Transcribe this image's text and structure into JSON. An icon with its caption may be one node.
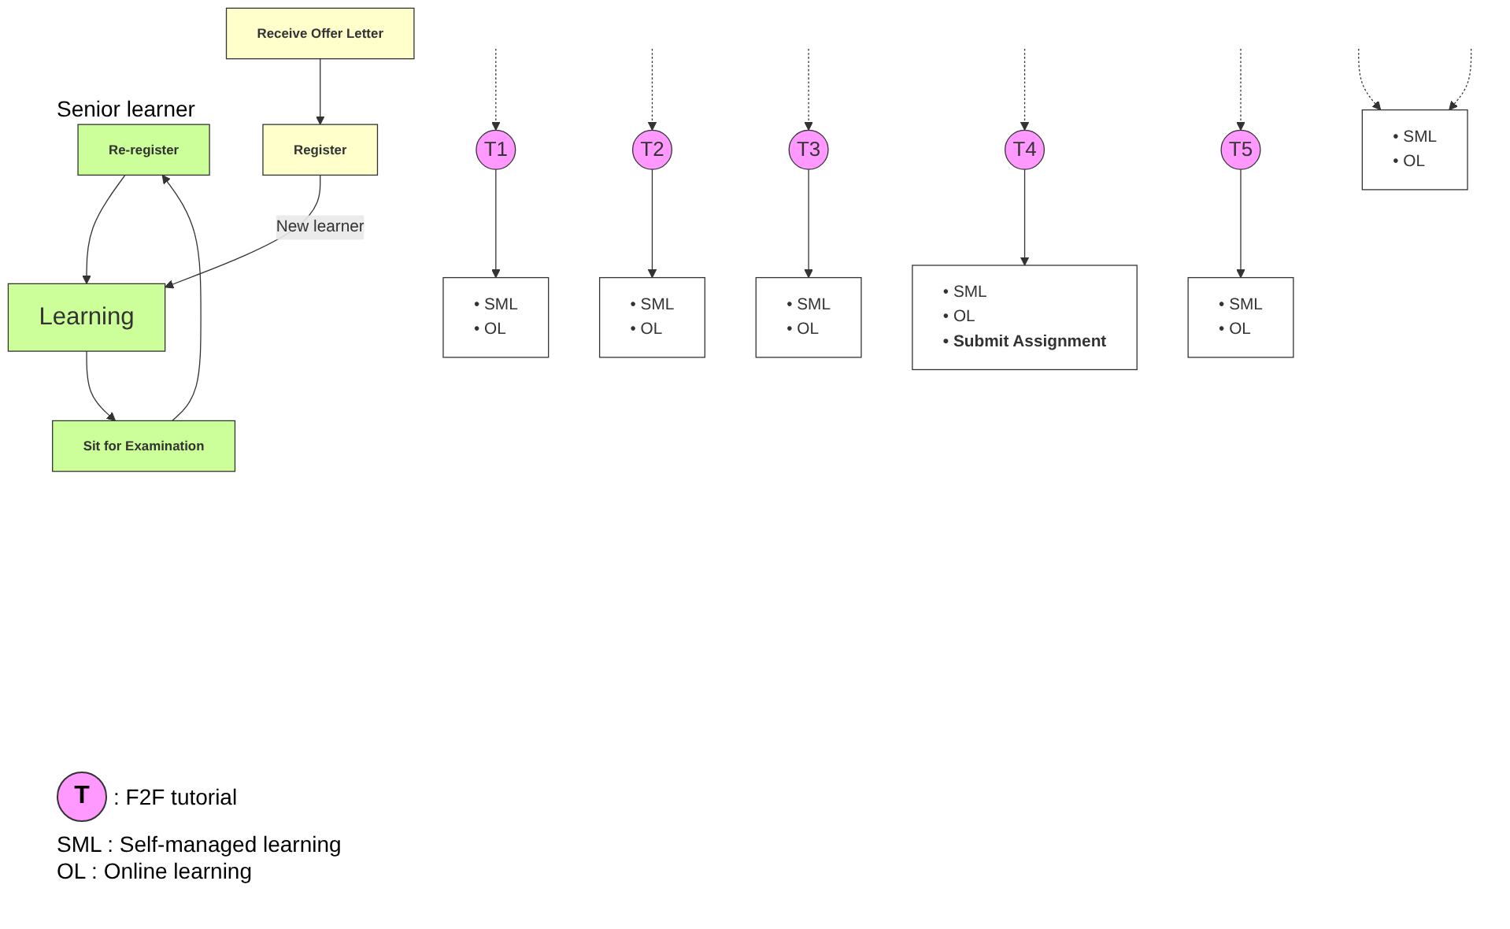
{
  "diagram": {
    "nodes": [
      {
        "text": [
          "Receive Offer Letter"
        ]
      },
      {
        "text": [
          "Register"
        ]
      },
      {
        "text": [
          "Re-register"
        ]
      },
      {
        "text": [
          "Learning"
        ]
      },
      {
        "text": [
          "Sit for Examination"
        ]
      },
      {
        "text": [
          "T1"
        ]
      },
      {
        "text": [
          "T2"
        ]
      },
      {
        "text": [
          "T3"
        ]
      },
      {
        "text": [
          "T4"
        ]
      },
      {
        "text": [
          "T5"
        ]
      },
      {
        "text": [
          "• SML",
          "• OL"
        ]
      },
      {
        "text": [
          "• SML",
          "• OL"
        ]
      },
      {
        "text": [
          "• SML",
          "• OL"
        ]
      },
      {
        "text": [
          "• SML",
          "• OL"
        ]
      },
      {
        "text": [
          "• SML",
          "• OL",
          "• Submit Assignment"
        ]
      },
      {
        "text": [
          "• SML",
          "• OL"
        ]
      }
    ],
    "edges": [
      {
        "from": 0,
        "to": 1,
        "arrow": "to"
      },
      {
        "from": 1,
        "to": 3,
        "arrow": "to",
        "label": "New learner"
      },
      {
        "from": 2,
        "to": 3,
        "arrow": "to"
      },
      {
        "from": 3,
        "to": 4,
        "arrow": "to"
      },
      {
        "from": 4,
        "to": 2,
        "arrow": "to"
      },
      {
        "from": null,
        "to": 10,
        "arrow": "to",
        "style": "dashed"
      },
      {
        "from": null,
        "to": 10,
        "arrow": "to",
        "style": "dashed"
      },
      {
        "from": null,
        "to": 5,
        "arrow": "to",
        "style": "dashed"
      },
      {
        "from": null,
        "to": 6,
        "arrow": "to",
        "style": "dashed"
      },
      {
        "from": null,
        "to": 7,
        "arrow": "to",
        "style": "dashed"
      },
      {
        "from": null,
        "to": 8,
        "arrow": "to",
        "style": "dashed"
      },
      {
        "from": null,
        "to": 9,
        "arrow": "to",
        "style": "dashed"
      },
      {
        "from": 5,
        "to": 11,
        "arrow": "to"
      },
      {
        "from": 6,
        "to": 12,
        "arrow": "to"
      },
      {
        "from": 7,
        "to": 13,
        "arrow": "to"
      },
      {
        "from": 8,
        "to": 14,
        "arrow": "to"
      },
      {
        "from": 9,
        "to": 15,
        "arrow": "to"
      }
    ],
    "labels": [
      "Senior learner",
      "T",
      "SML : Self-managed learning",
      "OL : Online learning"
    ],
    "legend": [
      {
        "text": ": F2F tutorial"
      }
    ]
  }
}
